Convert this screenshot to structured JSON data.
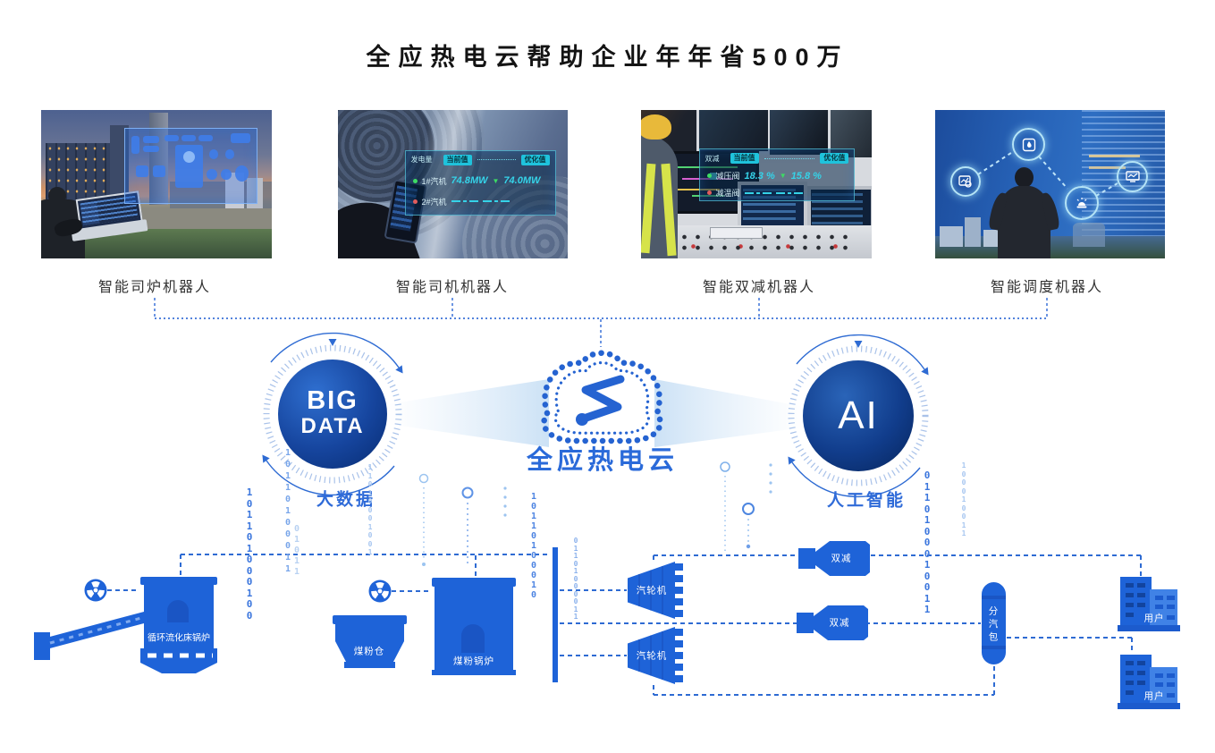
{
  "title": "全应热电云帮助企业年年省500万",
  "photos": [
    {
      "caption": "智能司炉机器人"
    },
    {
      "caption": "智能司机机器人",
      "hud": {
        "header": "发电量",
        "chip_current": "当前值",
        "chip_optimal": "优化值",
        "rows": [
          {
            "label": "1#汽机",
            "current": "74.8MW",
            "optimal": "74.0MW"
          },
          {
            "label": "2#汽机"
          }
        ]
      }
    },
    {
      "caption": "智能双减机器人",
      "hud": {
        "header": "双减",
        "chip_current": "当前值",
        "chip_optimal": "优化值",
        "rows": [
          {
            "label": "减压阀",
            "current": "18.3 %",
            "optimal": "15.8 %"
          },
          {
            "label": "减温阀"
          }
        ]
      }
    },
    {
      "caption": "智能调度机器人"
    }
  ],
  "hub": {
    "big_data_line1": "BIG",
    "big_data_line2": "DATA",
    "big_data_label": "大数据",
    "cloud_label": "全应热电云",
    "ai_circle": "AI",
    "ai_label": "人工智能",
    "accent_blue": "#2a6ad9"
  },
  "plant": {
    "boiler_cfb": "循环流化床锅炉",
    "coal_bunker": "煤粉仓",
    "coal_boiler": "煤粉锅炉",
    "turbine1": "汽轮机",
    "turbine2": "汽轮机",
    "reducer1": "双减",
    "reducer2": "双减",
    "steam_header": "分汽包",
    "user1": "用户",
    "user2": "用户",
    "equipment_blue": "#1e63d8"
  },
  "binary": {
    "b1": "1\n0\n1\n1\n0\n1\n0\n0\n0\n1\n0\n0",
    "b2": "1\n0\n1\n1\n0\n1\n0\n0\n0\n1\n1",
    "b3": "1\n1\n0\n1\n0\n0\n0\n1\n0\n0\n1",
    "b4": "1\n0\n1\n1\n0\n1\n0\n0\n0\n1\n0",
    "b5": "0\n1\n1\n0\n1\n0\n0\n0\n0\n1\n1",
    "b6": "0\n1\n1\n0\n1\n0\n0\n0\n1\n0\n0\n1\n1",
    "b7": "1\n0\n0\n0\n1\n0\n0\n1\n1",
    "b8": "0\n1\n0\n1\n1"
  }
}
